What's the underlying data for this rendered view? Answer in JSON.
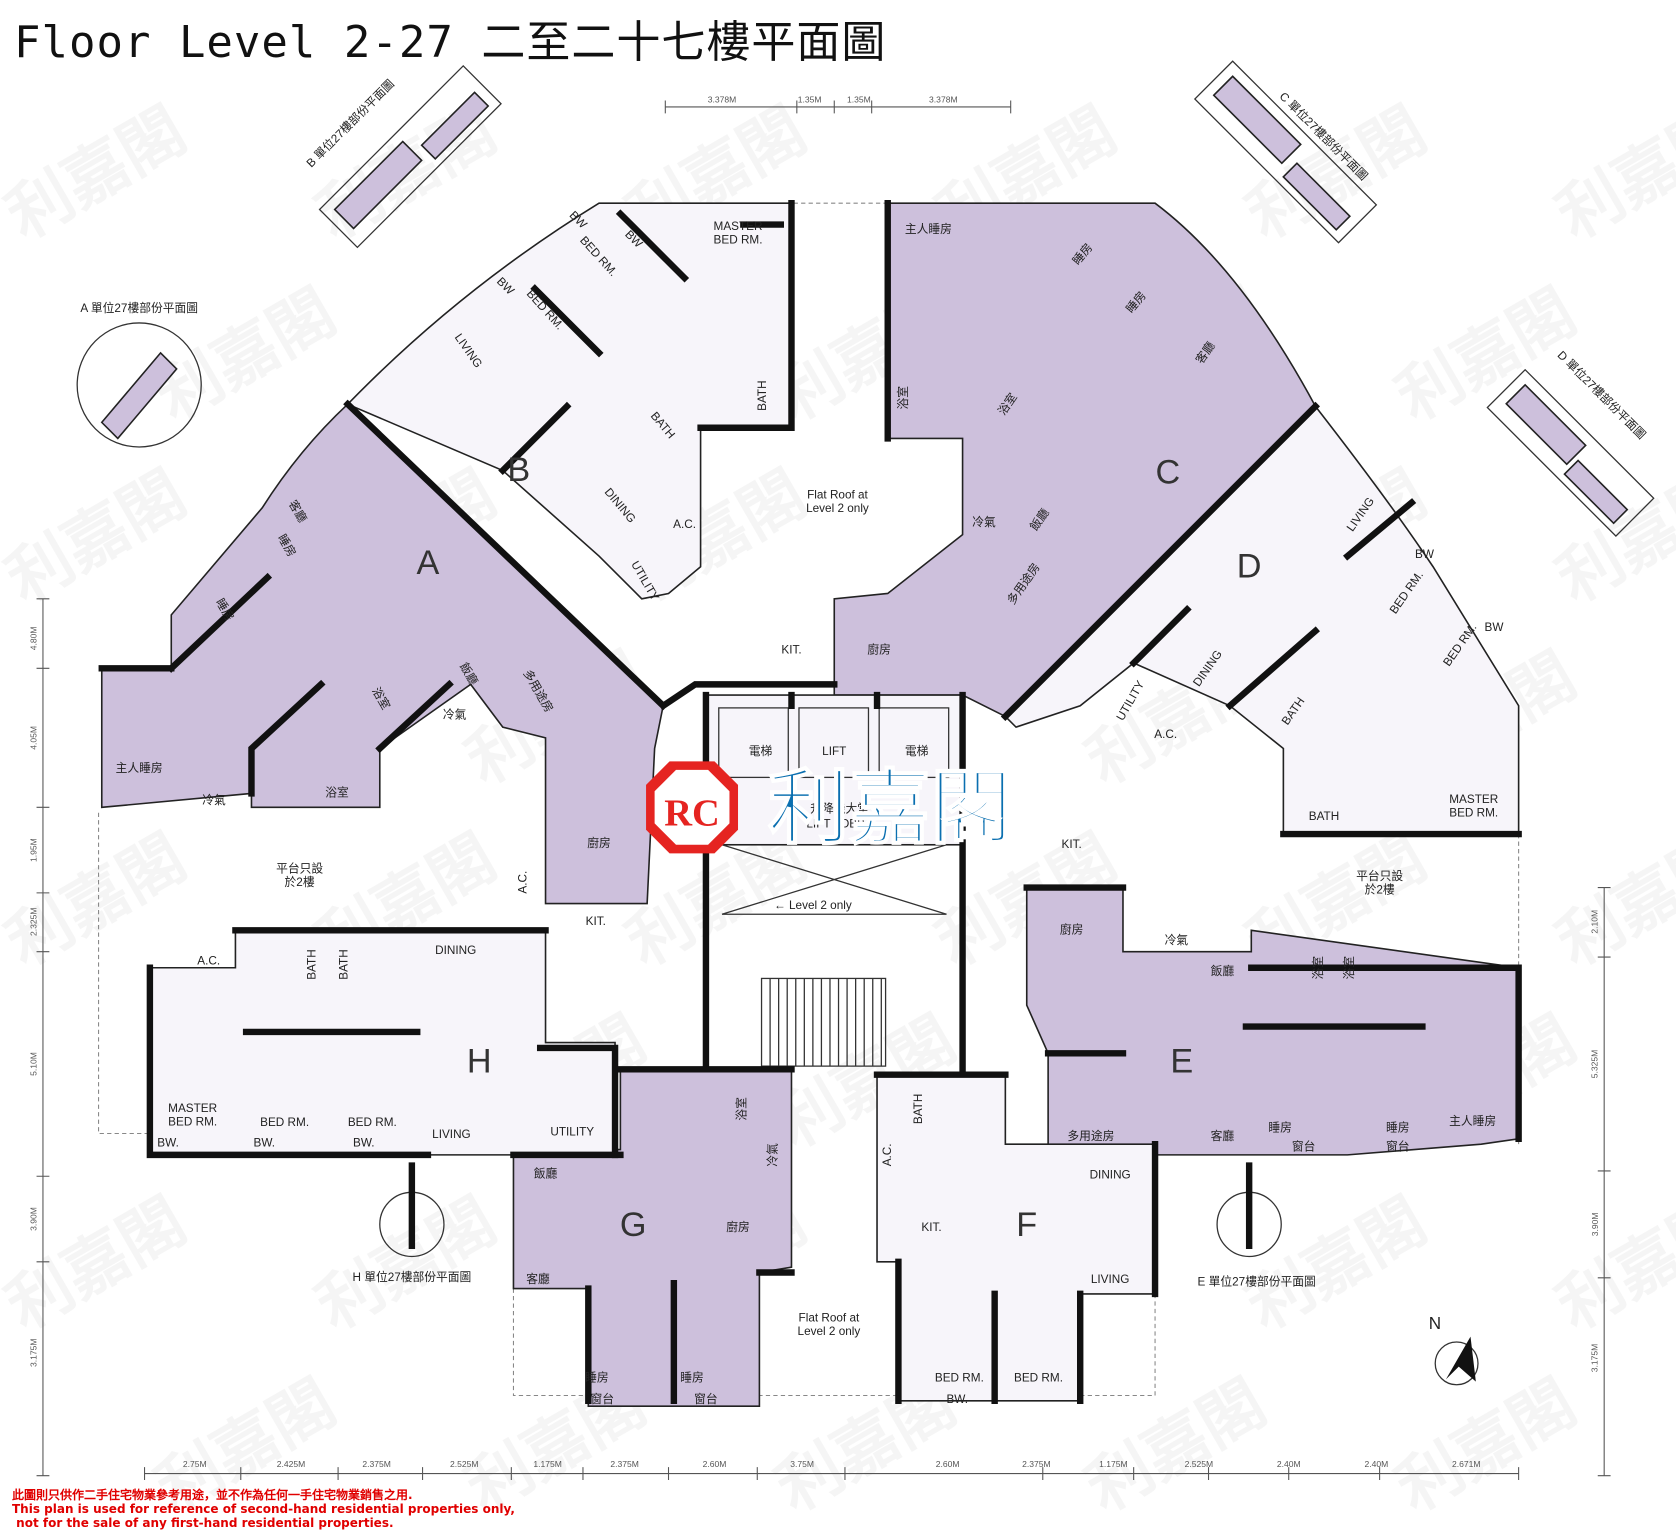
{
  "title": "Floor Level 2-27 二至二十七樓平面圖",
  "colors": {
    "unit_fill": "#cdc0dc",
    "logo_red": "#e52421",
    "logo_blue": "#0a6fb0",
    "disclaimer_red": "#e00000"
  },
  "units": [
    {
      "letter": "A",
      "rooms": [
        "客廳",
        "睡房",
        "睡房",
        "主人睡房",
        "浴室",
        "浴室",
        "飯廳",
        "多用途房",
        "廚房",
        "冷氣",
        "冷氣"
      ]
    },
    {
      "letter": "B",
      "rooms": [
        "MASTER\nBED RM.",
        "BED RM.",
        "BED RM.",
        "LIVING",
        "BATH",
        "BATH",
        "DINING",
        "UTILITY",
        "KIT.",
        "A.C.",
        "BW",
        "BW",
        "BW"
      ]
    },
    {
      "letter": "C",
      "rooms": [
        "主人睡房",
        "睡房",
        "睡房",
        "客廳",
        "浴室",
        "浴室",
        "飯廳",
        "多用途房",
        "廚房",
        "冷氣"
      ]
    },
    {
      "letter": "D",
      "rooms": [
        "LIVING",
        "BED RM.",
        "BED RM.",
        "DINING",
        "UTILITY",
        "BATH",
        "BATH",
        "MASTER\nBED RM.",
        "KIT.",
        "A.C.",
        "BW",
        "BW"
      ]
    },
    {
      "letter": "E",
      "rooms": [
        "飯廳",
        "客廳",
        "多用途房",
        "睡房",
        "睡房",
        "主人睡房",
        "浴室",
        "浴室",
        "廚房",
        "冷氣",
        "窗台",
        "窗台"
      ]
    },
    {
      "letter": "F",
      "rooms": [
        "DINING",
        "LIVING",
        "KIT.",
        "BATH",
        "BED RM.",
        "BED RM.",
        "A.C.",
        "BW."
      ]
    },
    {
      "letter": "G",
      "rooms": [
        "飯廳",
        "廚房",
        "客廳",
        "睡房",
        "睡房",
        "浴室",
        "冷氣",
        "窗台",
        "窗台"
      ]
    },
    {
      "letter": "H",
      "rooms": [
        "DINING",
        "LIVING",
        "UTILITY",
        "KIT.",
        "MASTER\nBED RM.",
        "BED RM.",
        "BED RM.",
        "BATH",
        "BATH",
        "A.C.",
        "A.C.",
        "BW.",
        "BW.",
        "BW."
      ]
    }
  ],
  "partial_plans": [
    "A 單位27樓部份平面圖",
    "B 單位27樓部份平面圖",
    "C 單位27樓部份平面圖",
    "D 單位27樓部份平面圖",
    "H 單位27樓部份平面圖",
    "E 單位27樓部份平面圖"
  ],
  "notes": {
    "flat_roof_top": "Flat Roof at\nLevel 2 only",
    "flat_roof_bottom": "Flat Roof at\nLevel 2 only",
    "flat_roof_left_zh": "平台只設\n於2樓",
    "flat_roof_right_zh": "平台只設\n於2樓",
    "level2_only": "← Level 2 only"
  },
  "core": {
    "lift_left": "電梯",
    "lift_center": "LIFT",
    "lift_right": "電梯",
    "lobby_zh": "升降機大堂",
    "lobby_en": "LIFT LOBBY"
  },
  "dimensions": {
    "top": [
      "3.378M",
      "1.35M",
      "1.35M",
      "3.378M"
    ],
    "left": [
      "4.80M",
      "4.05M",
      "1.95M",
      "2.325M",
      "5.10M",
      "3.90M",
      "3.175M"
    ],
    "right": [
      "2.10M",
      "5.325M",
      "3.90M",
      "3.175M"
    ],
    "bottom": [
      "2.75M",
      "2.425M",
      "2.375M",
      "2.525M",
      "1.175M",
      "2.375M",
      "2.60M",
      "3.75M",
      "2.60M",
      "2.375M",
      "1.175M",
      "2.525M",
      "2.40M",
      "2.40M",
      "2.671M"
    ]
  },
  "north": "N",
  "logo": {
    "mark": "RC",
    "name": "利嘉閣"
  },
  "disclaimer": {
    "zh": "此圖則只供作二手住宅物業參考用途，並不作為任何一手住宅物業銷售之用.",
    "en_line1": "This plan is used for reference of second-hand residential properties only,",
    "en_line2": " not for the sale of any first-hand residential properties."
  }
}
